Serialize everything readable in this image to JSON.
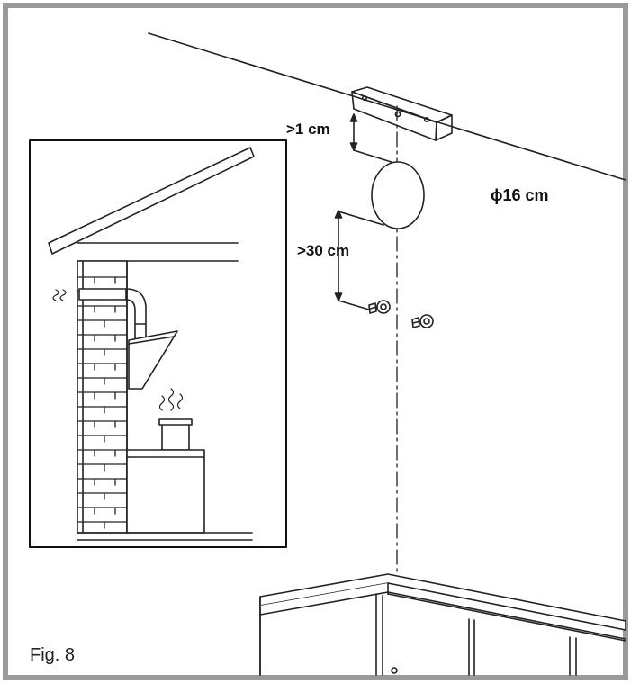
{
  "figure": {
    "caption": "Fig. 8",
    "dimensions": {
      "bracket_gap": ">1 cm",
      "screw_gap": ">30 cm",
      "duct_diameter": "ϕ16 cm"
    }
  }
}
